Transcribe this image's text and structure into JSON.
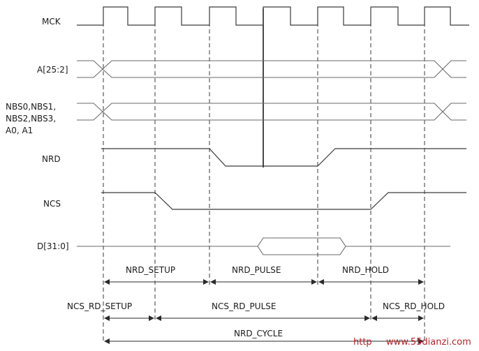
{
  "signals": {
    "mck": "MCK",
    "addr": "A[25:2]",
    "nbs_line1": "NBS0,NBS1,",
    "nbs_line2": "NBS2,NBS3,",
    "nbs_line3": "A0, A1",
    "nrd": "NRD",
    "ncs": "NCS",
    "data": "D[31:0]"
  },
  "intervals": {
    "nrd_setup": "NRD_SETUP",
    "nrd_pulse": "NRD_PULSE",
    "nrd_hold": "NRD_HOLD",
    "ncs_rd_setup": "NCS_RD_SETUP",
    "ncs_rd_pulse": "NCS_RD_PULSE",
    "ncs_rd_hold": "NCS_RD_HOLD",
    "nrd_cycle": "NRD_CYCLE"
  },
  "watermark": {
    "prefix": "http",
    "site": "www.55dianzi.com"
  }
}
